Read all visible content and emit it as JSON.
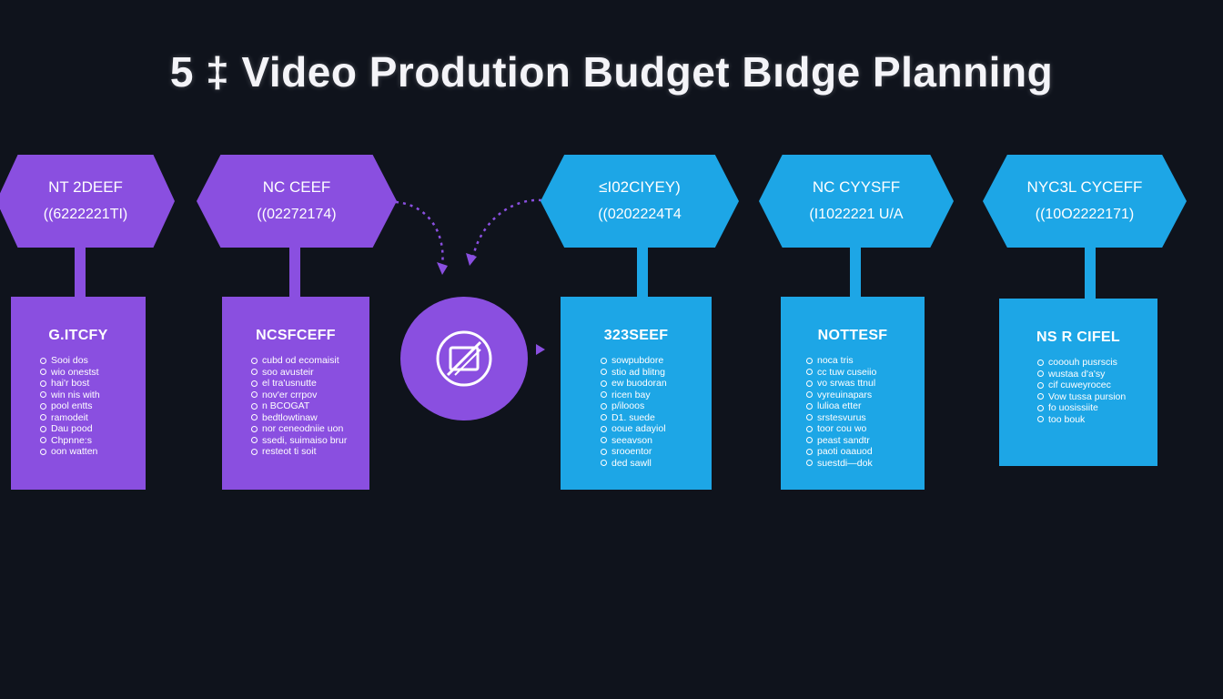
{
  "title": "5 ‡ Video Prodution Budget Bıdge Planning",
  "colors": {
    "background": "#0f131c",
    "purple": "#8a4fe0",
    "blue": "#1da6e6",
    "connector": "#8a4fe0"
  },
  "hub": {
    "icon": "crossed-square-icon"
  },
  "stages": [
    {
      "theme": "purple",
      "header_name": "NT 2DEEF",
      "header_code": "((6222221TI)",
      "card_title": "G.ITCFY",
      "items": [
        "Sooi dos",
        "wio onestst",
        "hai'r bost",
        "win nis  with",
        "pool entts",
        "ramodeit",
        "Dau pood",
        "Chpnne:s",
        "oon watten"
      ]
    },
    {
      "theme": "purple",
      "header_name": "NC CEEF",
      "header_code": "((02272174)",
      "card_title": "NCSFCEFF",
      "items": [
        "cubd od ecomaisit",
        "soo avusteir",
        "el  tra'usnutte",
        "nov'er  crrpov",
        "n  BCOGAT",
        "bedtlowtinaw",
        "nor ceneodniie uon",
        "ssedi, suimaiso brur",
        "resteot ti soit"
      ]
    },
    {
      "theme": "blue",
      "header_name": "≤I02CIYEY)",
      "header_code": "((0202224T4",
      "card_title": "323SEEF",
      "items": [
        "sowpubdore",
        "stio ad blitng",
        "ew buodoran",
        "ricen bay",
        "p/ilooos",
        "D1. suede",
        "ooue adayiol",
        "seeavson",
        "srooentor",
        "ded sawll"
      ]
    },
    {
      "theme": "blue",
      "header_name": "NC CYYSFF",
      "header_code": "(I1022221 U/A",
      "card_title": "NOTTESF",
      "items": [
        "noca tris",
        "cc tuw cuseiio",
        "vo  srwas ttnul",
        "vyreuinapars",
        "lulioa etter",
        "srstesvurus",
        "toor cou wo",
        "peast sandtr",
        "paoti oaauod",
        "suestdi—dok"
      ]
    },
    {
      "theme": "blue",
      "header_name": "NYC3L CYCEFF",
      "header_code": "((10O2222171)",
      "card_title": "NS R CIFEL",
      "items": [
        "cooouh pusrscis",
        "wustaa d'a'sy",
        "cif cuweyrocec",
        "Vow tussa pursion",
        "fo uosissiite",
        "too bouk"
      ]
    }
  ]
}
